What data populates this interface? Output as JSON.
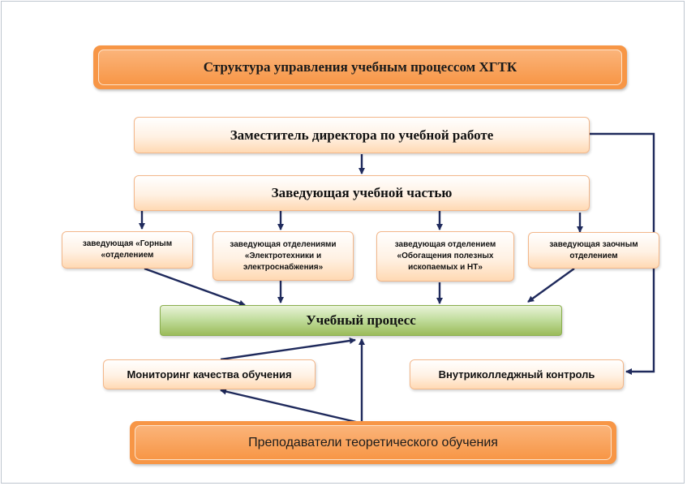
{
  "title": "Структура  управления  учебным  процессом  ХГТК",
  "deputy": "Заместитель  директора  по учебной  работе",
  "head_teaching": "Заведующая  учебной  частью",
  "departments": [
    "заведующая «Горным «отделением",
    "заведующая отделениями «Электротехники и электроснабжения»",
    "заведующая отделением «Обогащения полезных ископаемых и НТ»",
    "заведующая заочным отделением"
  ],
  "process": "Учебный процесс",
  "monitoring": "Мониторинг качества обучения",
  "internal_control": "Внутриколледжный контроль",
  "teachers": "Преподаватели теоретического обучения",
  "colors": {
    "orange": "#f79646",
    "peach_border": "#f3b78a",
    "green": "#9bbb59",
    "arrow": "#1f2a5c"
  }
}
